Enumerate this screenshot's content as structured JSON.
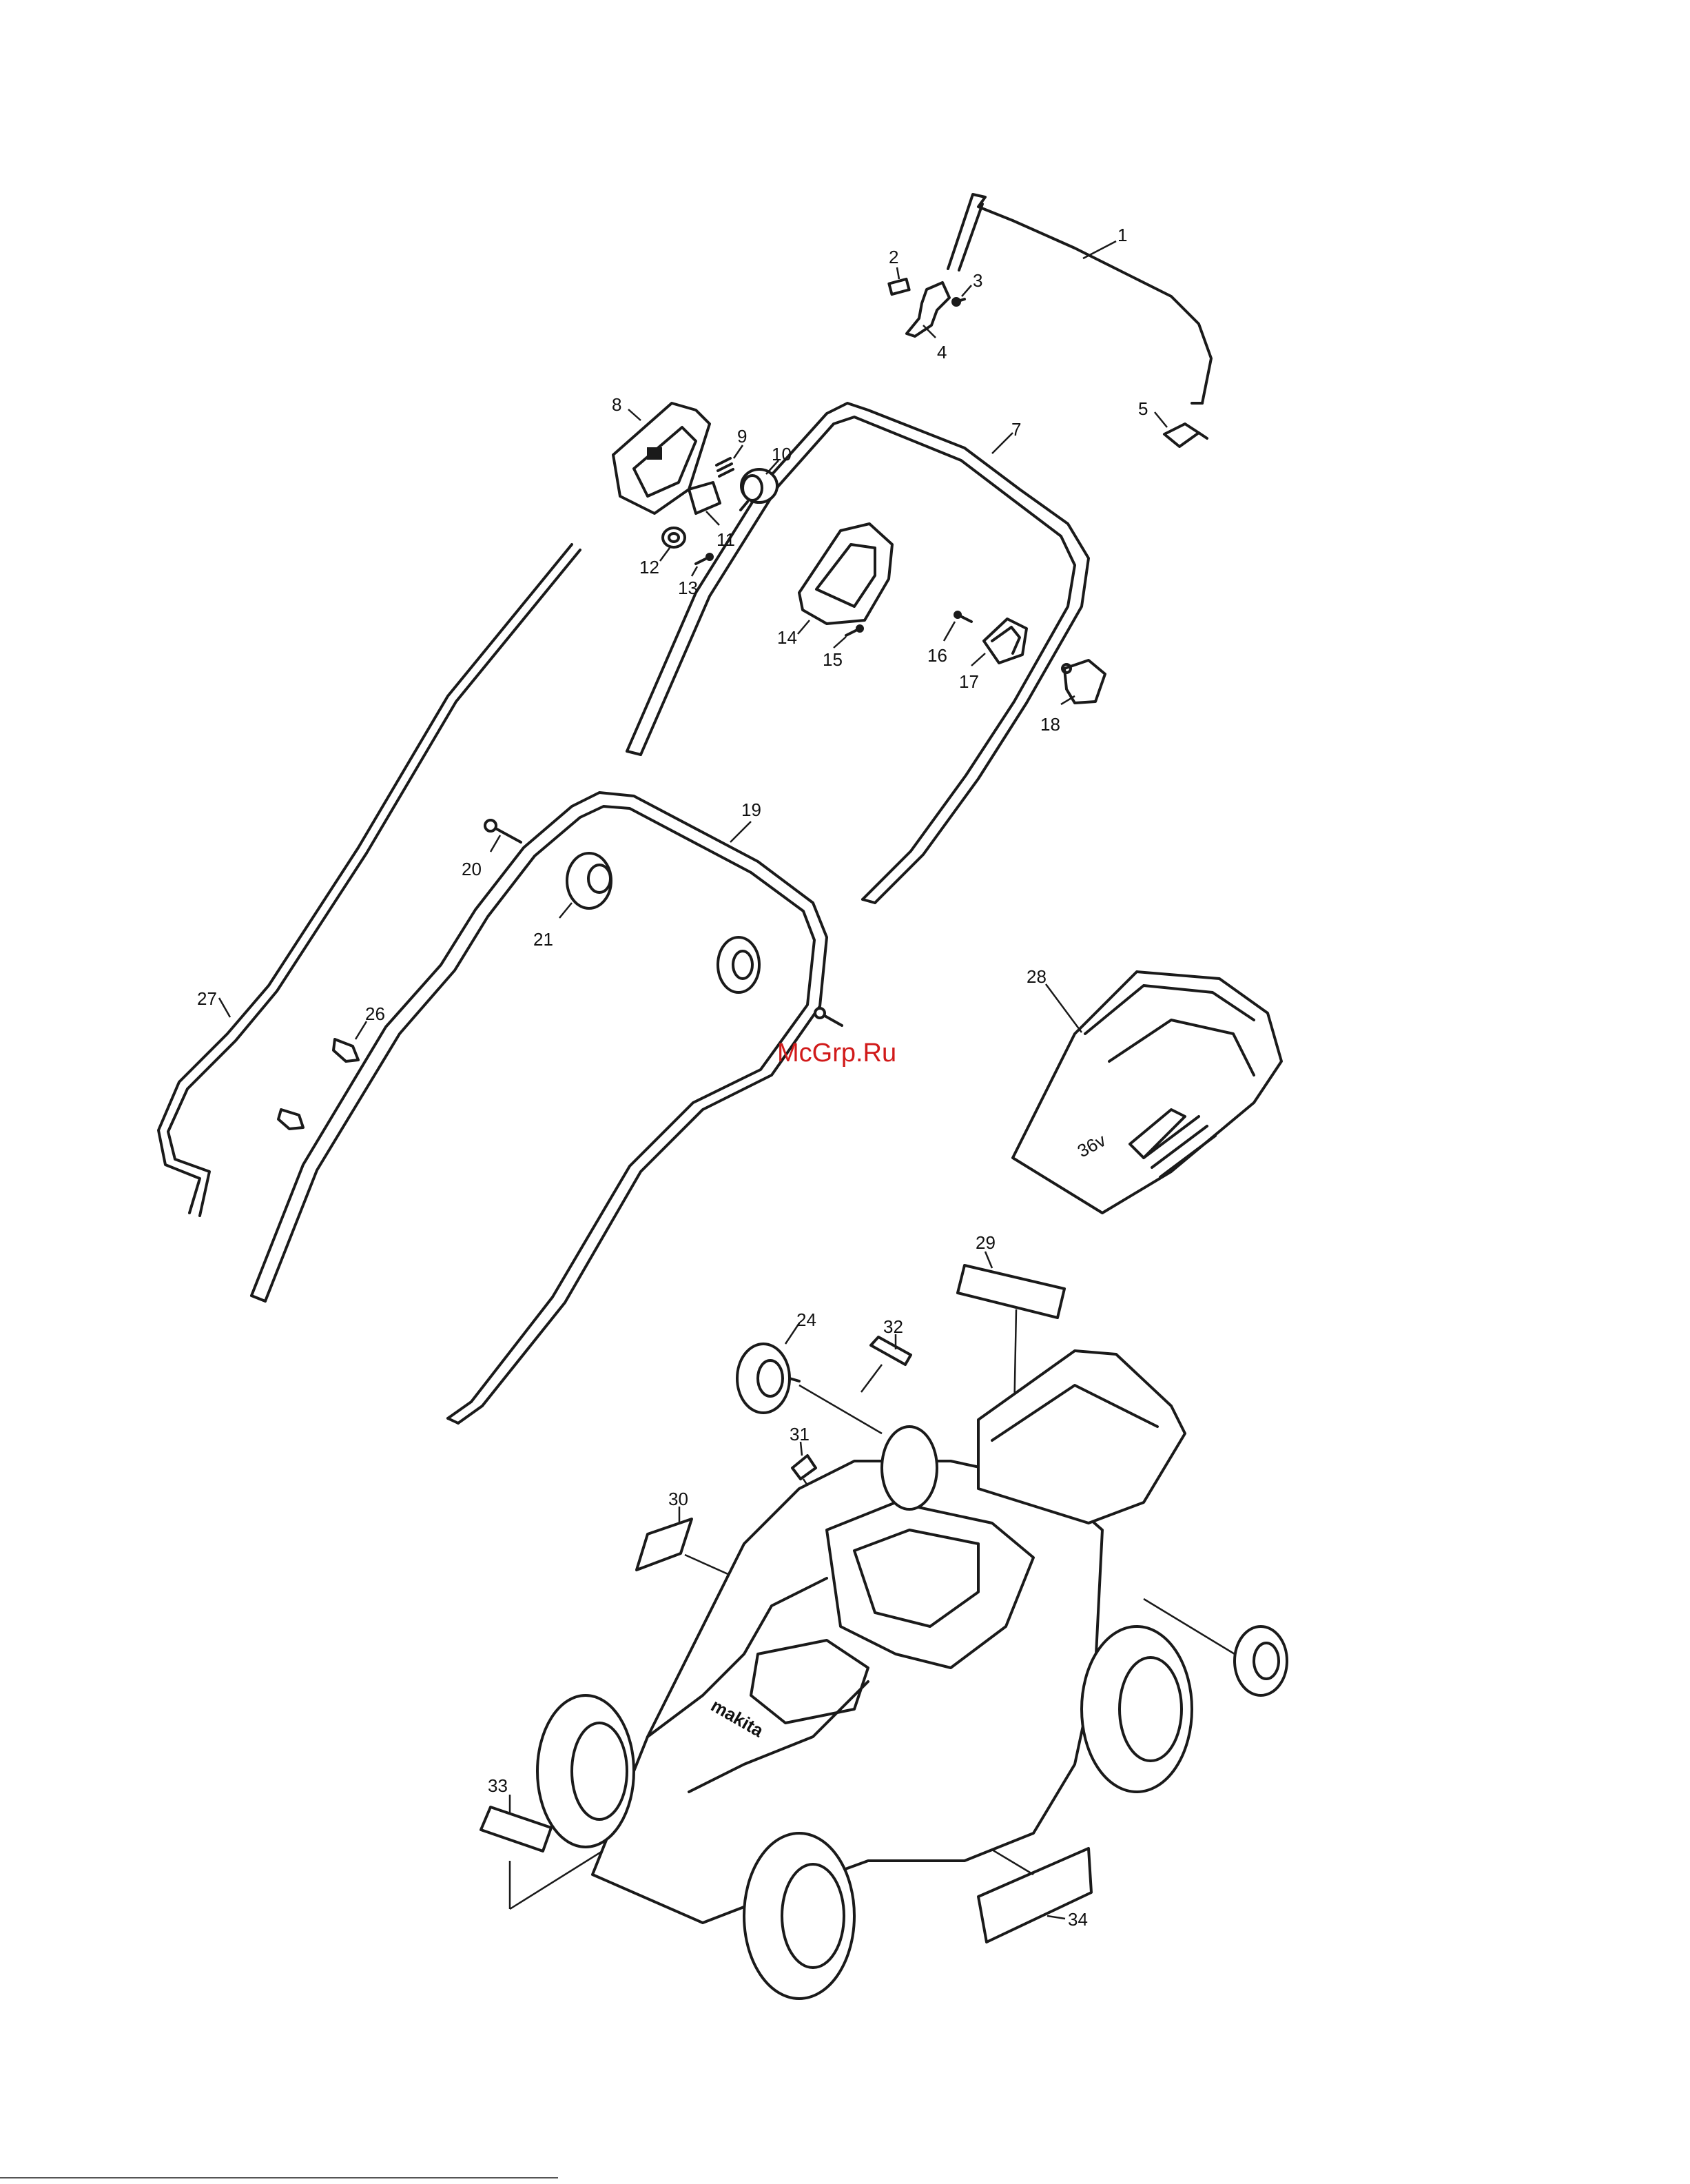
{
  "watermark": "McGrp.Ru",
  "battery_cover_marking": "36v",
  "deck_logo": "makita",
  "callouts": [
    "1",
    "2",
    "3",
    "4",
    "5",
    "7",
    "8",
    "9",
    "10",
    "11",
    "12",
    "13",
    "14",
    "15",
    "16",
    "17",
    "18",
    "19",
    "20",
    "21",
    "24",
    "26",
    "27",
    "28",
    "29",
    "30",
    "31",
    "32",
    "33",
    "34"
  ]
}
